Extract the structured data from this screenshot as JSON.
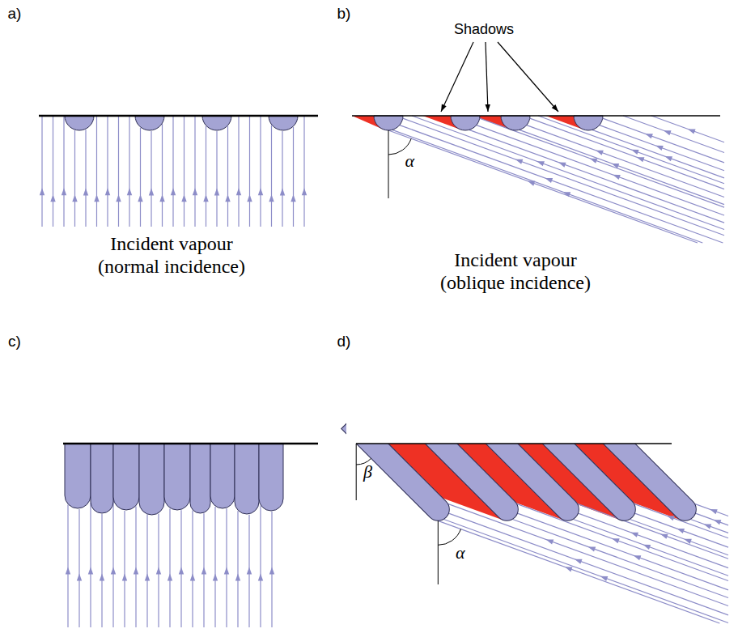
{
  "diagram": {
    "labels": [
      "a)",
      "b)",
      "Shadows",
      "α",
      "Incident vapour (normal incidence)",
      "Incident vapour (oblique incidence)",
      "c)",
      "d)",
      "β",
      "α"
    ]
  }
}
